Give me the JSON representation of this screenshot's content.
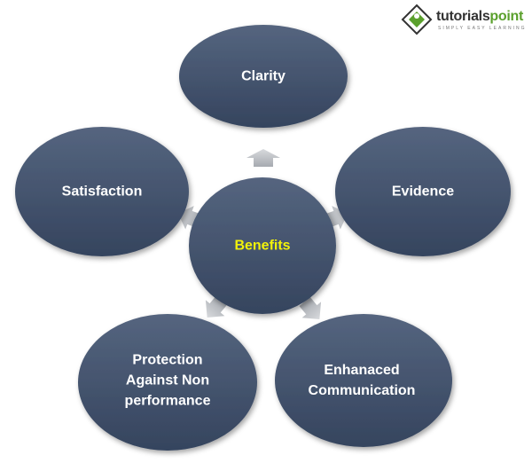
{
  "logo": {
    "name_part1": "tutorials",
    "name_part2": "point",
    "tagline": "SIMPLY EASY LEARNING"
  },
  "center": {
    "label": "Benefits"
  },
  "nodes": [
    {
      "label": "Clarity"
    },
    {
      "label": "Evidence"
    },
    {
      "label": "Enhanaced Communication",
      "lines": [
        "Enhanaced",
        "Communication"
      ]
    },
    {
      "label": "Protection Against Non performance",
      "lines": [
        "Protection",
        "Against Non",
        "performance"
      ]
    },
    {
      "label": "Satisfaction"
    }
  ],
  "colors": {
    "node": "#3f4f6a",
    "center_text": "#f2f20a",
    "node_text": "#ffffff",
    "arrow": "#b8bcc2"
  }
}
